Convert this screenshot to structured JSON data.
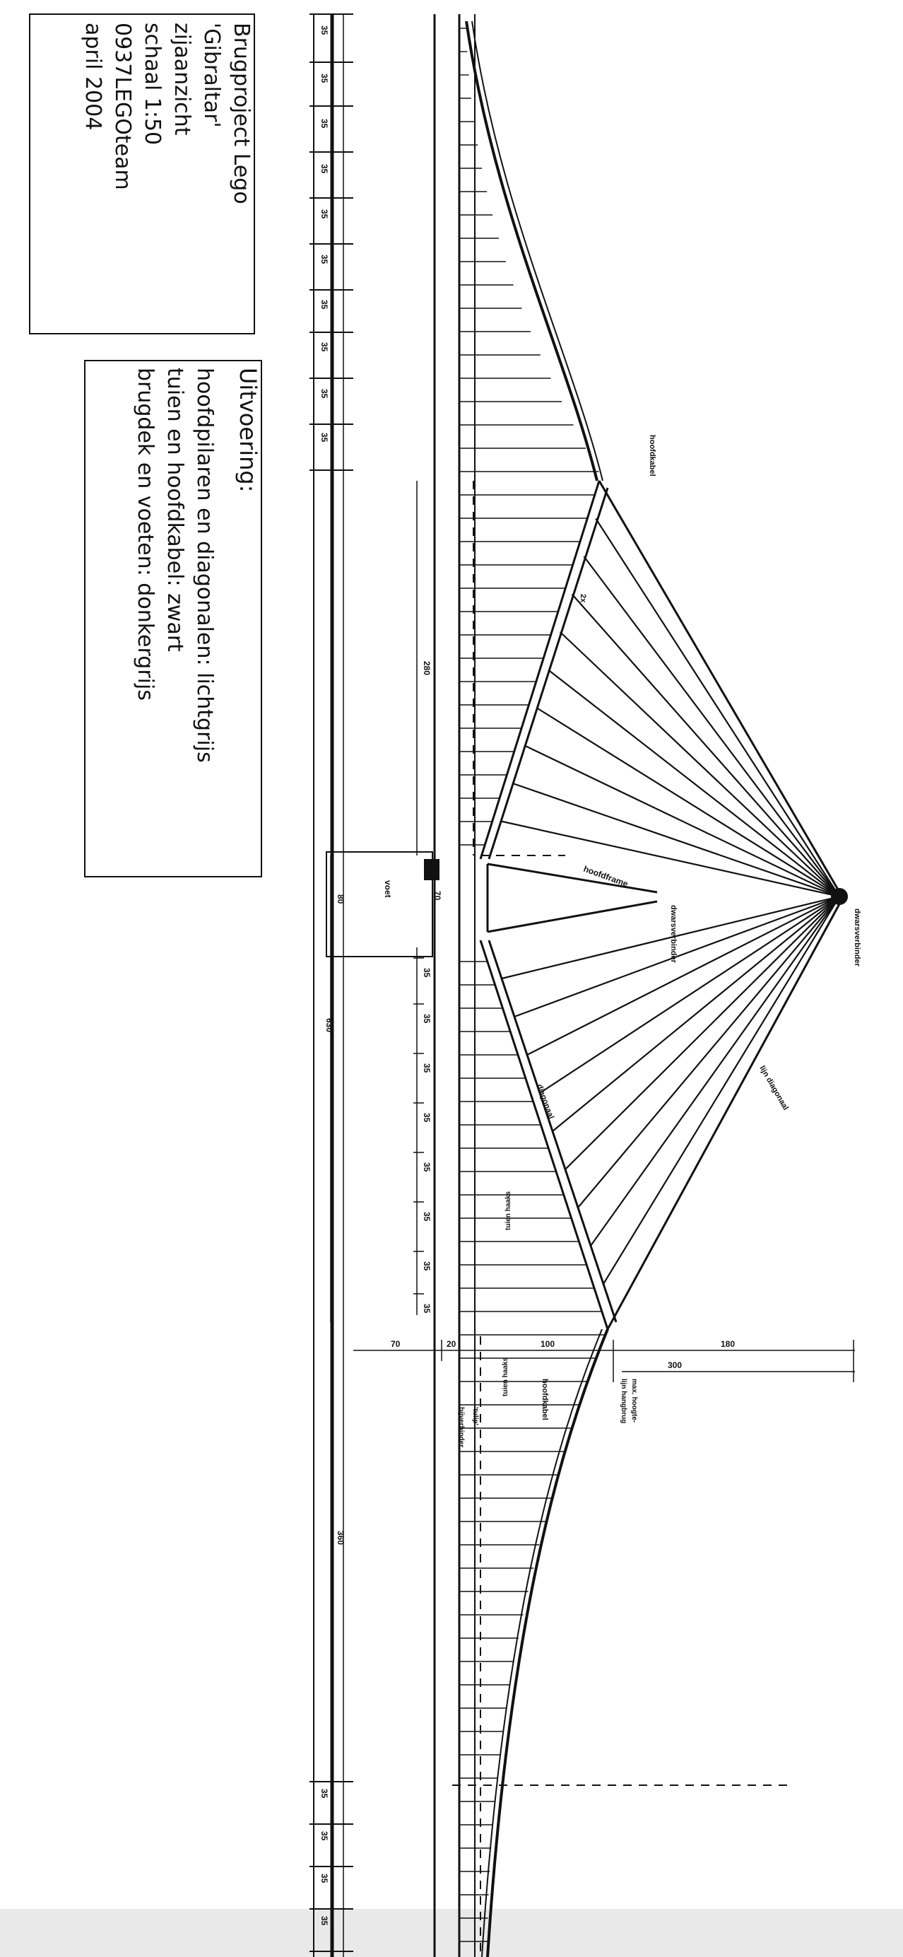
{
  "title_block": {
    "lines": [
      "Brugproject Lego",
      "'Gibraltar'",
      "zijaanzicht",
      "schaal 1:50",
      "0937LEGOteam",
      "april 2004"
    ]
  },
  "execution_block": {
    "heading": "Uitvoering:",
    "lines": [
      "hoofdpilaren en diagonalen: lichtgrijs",
      "tuien en hoofdkabel: zwart",
      "brugdek en voeten: donkergrijs"
    ]
  },
  "labels": {
    "main_cable_upper": "hoofdkabel",
    "main_cable_lower": "hoofdkabel",
    "cross_link": "dwarsverbinder",
    "cross_link_2": "dwarsverbinder",
    "main_frame": "hoofdframe",
    "foot": "voet",
    "long_diagonal": "lijn diagonaal",
    "diagonal": "diagonaal",
    "tube_hook": "tuien haaks",
    "tube_hook_2": "tuien haaks",
    "tulip": "'tulip'",
    "bolt_link": "bijverbinder",
    "max_height": "max. hoogte-",
    "max_height_2": "lijn hangbrug",
    "dim_35": "35",
    "dim_70": "70",
    "dim_80": "80",
    "dim_280": "280",
    "dim_630": "630",
    "dim_360": "360",
    "dim_20": "20",
    "dim_100": "100",
    "dim_180": "180",
    "dim_300": "300",
    "dim_2x": "2x"
  }
}
